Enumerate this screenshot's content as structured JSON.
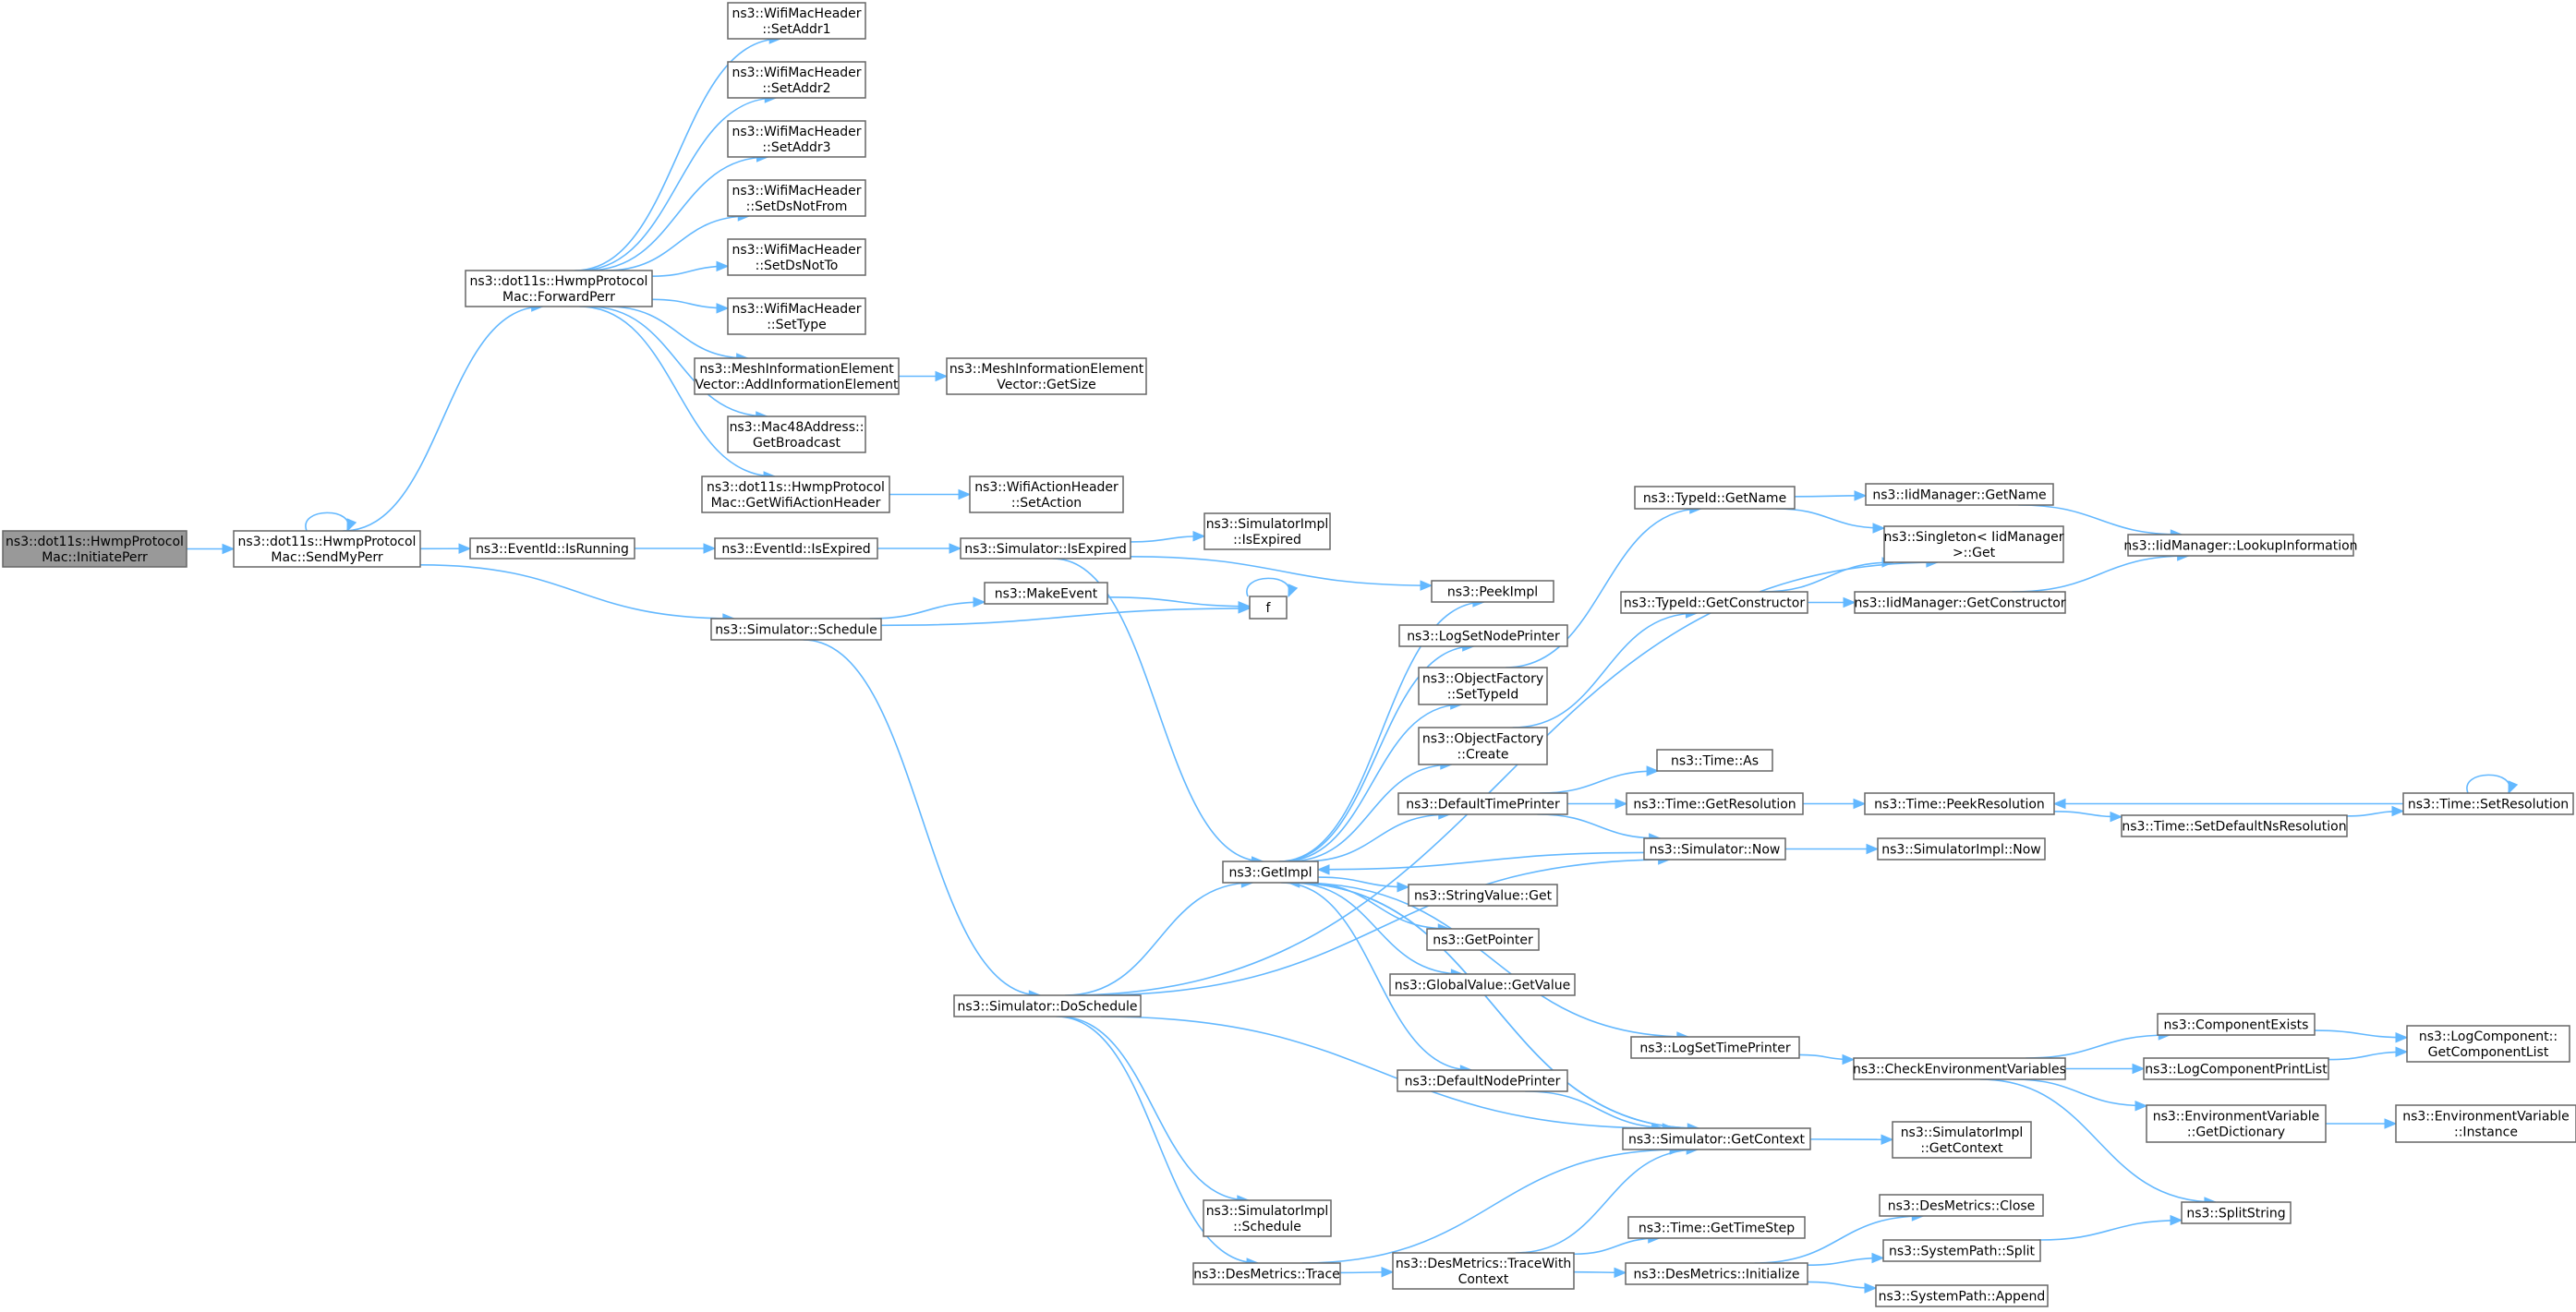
{
  "nodes": [
    {
      "id": "initiate_perr",
      "lines": [
        "ns3::dot11s::HwmpProtocol",
        "Mac::InitiatePerr"
      ],
      "root": true
    },
    {
      "id": "send_my_perr",
      "lines": [
        "ns3::dot11s::HwmpProtocol",
        "Mac::SendMyPerr"
      ]
    },
    {
      "id": "forward_perr",
      "lines": [
        "ns3::dot11s::HwmpProtocol",
        "Mac::ForwardPerr"
      ]
    },
    {
      "id": "set_addr1",
      "lines": [
        "ns3::WifiMacHeader",
        "::SetAddr1"
      ]
    },
    {
      "id": "set_addr2",
      "lines": [
        "ns3::WifiMacHeader",
        "::SetAddr2"
      ]
    },
    {
      "id": "set_addr3",
      "lines": [
        "ns3::WifiMacHeader",
        "::SetAddr3"
      ]
    },
    {
      "id": "set_ds_not_from",
      "lines": [
        "ns3::WifiMacHeader",
        "::SetDsNotFrom"
      ]
    },
    {
      "id": "set_ds_not_to",
      "lines": [
        "ns3::WifiMacHeader",
        "::SetDsNotTo"
      ]
    },
    {
      "id": "set_type",
      "lines": [
        "ns3::WifiMacHeader",
        "::SetType"
      ]
    },
    {
      "id": "add_info_element",
      "lines": [
        "ns3::MeshInformationElement",
        "Vector::AddInformationElement"
      ]
    },
    {
      "id": "mie_get_size",
      "lines": [
        "ns3::MeshInformationElement",
        "Vector::GetSize"
      ]
    },
    {
      "id": "get_broadcast",
      "lines": [
        "ns3::Mac48Address::",
        "GetBroadcast"
      ]
    },
    {
      "id": "get_wifi_action_header",
      "lines": [
        "ns3::dot11s::HwmpProtocol",
        "Mac::GetWifiActionHeader"
      ]
    },
    {
      "id": "set_action",
      "lines": [
        "ns3::WifiActionHeader",
        "::SetAction"
      ]
    },
    {
      "id": "eventid_is_running",
      "lines": [
        "ns3::EventId::IsRunning"
      ]
    },
    {
      "id": "eventid_is_expired",
      "lines": [
        "ns3::EventId::IsExpired"
      ]
    },
    {
      "id": "simulator_is_expired",
      "lines": [
        "ns3::Simulator::IsExpired"
      ]
    },
    {
      "id": "simimpl_is_expired",
      "lines": [
        "ns3::SimulatorImpl",
        "::IsExpired"
      ]
    },
    {
      "id": "simulator_schedule",
      "lines": [
        "ns3::Simulator::Schedule"
      ]
    },
    {
      "id": "make_event",
      "lines": [
        "ns3::MakeEvent"
      ]
    },
    {
      "id": "f",
      "lines": [
        "f"
      ]
    },
    {
      "id": "peek_impl",
      "lines": [
        "ns3::PeekImpl"
      ]
    },
    {
      "id": "log_set_node_printer",
      "lines": [
        "ns3::LogSetNodePrinter"
      ]
    },
    {
      "id": "of_set_typeid",
      "lines": [
        "ns3::ObjectFactory",
        "::SetTypeId"
      ]
    },
    {
      "id": "of_create",
      "lines": [
        "ns3::ObjectFactory",
        "::Create"
      ]
    },
    {
      "id": "default_time_printer",
      "lines": [
        "ns3::DefaultTimePrinter"
      ]
    },
    {
      "id": "get_impl",
      "lines": [
        "ns3::GetImpl"
      ]
    },
    {
      "id": "string_value_get",
      "lines": [
        "ns3::StringValue::Get"
      ]
    },
    {
      "id": "get_pointer",
      "lines": [
        "ns3::GetPointer"
      ]
    },
    {
      "id": "global_value_get_value",
      "lines": [
        "ns3::GlobalValue::GetValue"
      ]
    },
    {
      "id": "default_node_printer",
      "lines": [
        "ns3::DefaultNodePrinter"
      ]
    },
    {
      "id": "simulator_do_schedule",
      "lines": [
        "ns3::Simulator::DoSchedule"
      ]
    },
    {
      "id": "simimpl_schedule",
      "lines": [
        "ns3::SimulatorImpl",
        "::Schedule"
      ]
    },
    {
      "id": "desmetrics_trace",
      "lines": [
        "ns3::DesMetrics::Trace"
      ]
    },
    {
      "id": "desmetrics_trace_with_context",
      "lines": [
        "ns3::DesMetrics::TraceWith",
        "Context"
      ]
    },
    {
      "id": "typeid_get_name",
      "lines": [
        "ns3::TypeId::GetName"
      ]
    },
    {
      "id": "typeid_get_constructor",
      "lines": [
        "ns3::TypeId::GetConstructor"
      ]
    },
    {
      "id": "singleton_get",
      "lines": [
        "ns3::Singleton< IidManager",
        " >::Get"
      ]
    },
    {
      "id": "iidmanager_get_name",
      "lines": [
        "ns3::IidManager::GetName"
      ]
    },
    {
      "id": "iidmanager_get_constructor",
      "lines": [
        "ns3::IidManager::GetConstructor"
      ]
    },
    {
      "id": "iidmanager_lookup_information",
      "lines": [
        "ns3::IidManager::LookupInformation"
      ]
    },
    {
      "id": "time_as",
      "lines": [
        "ns3::Time::As"
      ]
    },
    {
      "id": "time_get_resolution",
      "lines": [
        "ns3::Time::GetResolution"
      ]
    },
    {
      "id": "time_peek_resolution",
      "lines": [
        "ns3::Time::PeekResolution"
      ]
    },
    {
      "id": "time_set_default_ns_resolution",
      "lines": [
        "ns3::Time::SetDefaultNsResolution"
      ]
    },
    {
      "id": "time_set_resolution",
      "lines": [
        "ns3::Time::SetResolution"
      ]
    },
    {
      "id": "simulator_now",
      "lines": [
        "ns3::Simulator::Now"
      ]
    },
    {
      "id": "simimpl_now",
      "lines": [
        "ns3::SimulatorImpl::Now"
      ]
    },
    {
      "id": "log_set_time_printer",
      "lines": [
        "ns3::LogSetTimePrinter"
      ]
    },
    {
      "id": "check_environment_variables",
      "lines": [
        "ns3::CheckEnvironmentVariables"
      ]
    },
    {
      "id": "component_exists",
      "lines": [
        "ns3::ComponentExists"
      ]
    },
    {
      "id": "log_component_print_list",
      "lines": [
        "ns3::LogComponentPrintList"
      ]
    },
    {
      "id": "log_component_get_component_list",
      "lines": [
        "ns3::LogComponent::",
        "GetComponentList"
      ]
    },
    {
      "id": "env_var_get_dictionary",
      "lines": [
        "ns3::EnvironmentVariable",
        "::GetDictionary"
      ]
    },
    {
      "id": "env_var_instance",
      "lines": [
        "ns3::EnvironmentVariable",
        "::Instance"
      ]
    },
    {
      "id": "simulator_get_context",
      "lines": [
        "ns3::Simulator::GetContext"
      ]
    },
    {
      "id": "simimpl_get_context",
      "lines": [
        "ns3::SimulatorImpl",
        "::GetContext"
      ]
    },
    {
      "id": "split_string",
      "lines": [
        "ns3::SplitString"
      ]
    },
    {
      "id": "time_get_time_step",
      "lines": [
        "ns3::Time::GetTimeStep"
      ]
    },
    {
      "id": "desmetrics_close",
      "lines": [
        "ns3::DesMetrics::Close"
      ]
    },
    {
      "id": "desmetrics_initialize",
      "lines": [
        "ns3::DesMetrics::Initialize"
      ]
    },
    {
      "id": "systempath_split",
      "lines": [
        "ns3::SystemPath::Split"
      ]
    },
    {
      "id": "systempath_append",
      "lines": [
        "ns3::SystemPath::Append"
      ]
    }
  ],
  "edges": [
    [
      "initiate_perr",
      "send_my_perr"
    ],
    [
      "send_my_perr",
      "send_my_perr"
    ],
    [
      "send_my_perr",
      "forward_perr"
    ],
    [
      "send_my_perr",
      "eventid_is_running"
    ],
    [
      "send_my_perr",
      "simulator_schedule"
    ],
    [
      "forward_perr",
      "set_addr1"
    ],
    [
      "forward_perr",
      "set_addr2"
    ],
    [
      "forward_perr",
      "set_addr3"
    ],
    [
      "forward_perr",
      "set_ds_not_from"
    ],
    [
      "forward_perr",
      "set_ds_not_to"
    ],
    [
      "forward_perr",
      "set_type"
    ],
    [
      "forward_perr",
      "add_info_element"
    ],
    [
      "forward_perr",
      "get_broadcast"
    ],
    [
      "forward_perr",
      "get_wifi_action_header"
    ],
    [
      "add_info_element",
      "mie_get_size"
    ],
    [
      "get_wifi_action_header",
      "set_action"
    ],
    [
      "eventid_is_running",
      "eventid_is_expired"
    ],
    [
      "eventid_is_expired",
      "simulator_is_expired"
    ],
    [
      "simulator_is_expired",
      "simimpl_is_expired"
    ],
    [
      "simulator_is_expired",
      "peek_impl"
    ],
    [
      "simulator_is_expired",
      "get_impl"
    ],
    [
      "simulator_schedule",
      "make_event"
    ],
    [
      "simulator_schedule",
      "f"
    ],
    [
      "simulator_schedule",
      "simulator_do_schedule"
    ],
    [
      "make_event",
      "f"
    ],
    [
      "f",
      "f"
    ],
    [
      "get_impl",
      "peek_impl"
    ],
    [
      "get_impl",
      "log_set_node_printer"
    ],
    [
      "get_impl",
      "of_set_typeid"
    ],
    [
      "get_impl",
      "of_create"
    ],
    [
      "get_impl",
      "default_time_printer"
    ],
    [
      "get_impl",
      "string_value_get"
    ],
    [
      "get_impl",
      "get_pointer"
    ],
    [
      "get_impl",
      "global_value_get_value"
    ],
    [
      "get_impl",
      "default_node_printer"
    ],
    [
      "get_impl",
      "log_set_time_printer"
    ],
    [
      "get_impl",
      "simulator_get_context"
    ],
    [
      "of_set_typeid",
      "typeid_get_name"
    ],
    [
      "of_create",
      "typeid_get_constructor"
    ],
    [
      "typeid_get_name",
      "iidmanager_get_name"
    ],
    [
      "typeid_get_name",
      "singleton_get"
    ],
    [
      "typeid_get_constructor",
      "singleton_get"
    ],
    [
      "typeid_get_constructor",
      "iidmanager_get_constructor"
    ],
    [
      "iidmanager_get_name",
      "iidmanager_lookup_information"
    ],
    [
      "iidmanager_get_constructor",
      "iidmanager_lookup_information"
    ],
    [
      "default_time_printer",
      "time_as"
    ],
    [
      "default_time_printer",
      "time_get_resolution"
    ],
    [
      "default_time_printer",
      "simulator_now"
    ],
    [
      "time_get_resolution",
      "time_peek_resolution"
    ],
    [
      "time_peek_resolution",
      "time_set_default_ns_resolution"
    ],
    [
      "time_set_default_ns_resolution",
      "time_set_resolution"
    ],
    [
      "time_set_resolution",
      "time_peek_resolution"
    ],
    [
      "time_set_resolution",
      "time_set_resolution"
    ],
    [
      "simulator_now",
      "get_impl"
    ],
    [
      "simulator_now",
      "simimpl_now"
    ],
    [
      "default_node_printer",
      "simulator_get_context"
    ],
    [
      "log_set_time_printer",
      "check_environment_variables"
    ],
    [
      "check_environment_variables",
      "component_exists"
    ],
    [
      "check_environment_variables",
      "log_component_print_list"
    ],
    [
      "check_environment_variables",
      "env_var_get_dictionary"
    ],
    [
      "check_environment_variables",
      "split_string"
    ],
    [
      "component_exists",
      "log_component_get_component_list"
    ],
    [
      "log_component_print_list",
      "log_component_get_component_list"
    ],
    [
      "env_var_get_dictionary",
      "env_var_instance"
    ],
    [
      "simulator_get_context",
      "get_impl"
    ],
    [
      "simulator_get_context",
      "simimpl_get_context"
    ],
    [
      "simulator_do_schedule",
      "singleton_get"
    ],
    [
      "simulator_do_schedule",
      "get_impl"
    ],
    [
      "simulator_do_schedule",
      "simulator_now"
    ],
    [
      "simulator_do_schedule",
      "simulator_get_context"
    ],
    [
      "simulator_do_schedule",
      "simimpl_schedule"
    ],
    [
      "simulator_do_schedule",
      "desmetrics_trace"
    ],
    [
      "desmetrics_trace",
      "simulator_get_context"
    ],
    [
      "desmetrics_trace",
      "desmetrics_trace_with_context"
    ],
    [
      "desmetrics_trace_with_context",
      "simulator_get_context"
    ],
    [
      "desmetrics_trace_with_context",
      "time_get_time_step"
    ],
    [
      "desmetrics_trace_with_context",
      "desmetrics_initialize"
    ],
    [
      "desmetrics_initialize",
      "desmetrics_close"
    ],
    [
      "desmetrics_initialize",
      "systempath_split"
    ],
    [
      "desmetrics_initialize",
      "systempath_append"
    ],
    [
      "systempath_split",
      "split_string"
    ]
  ],
  "colors": {
    "edge": "#63b8ff",
    "node_border": "#666666",
    "node_fill": "#ffffff",
    "root_fill": "#999999",
    "text": "#000000"
  }
}
